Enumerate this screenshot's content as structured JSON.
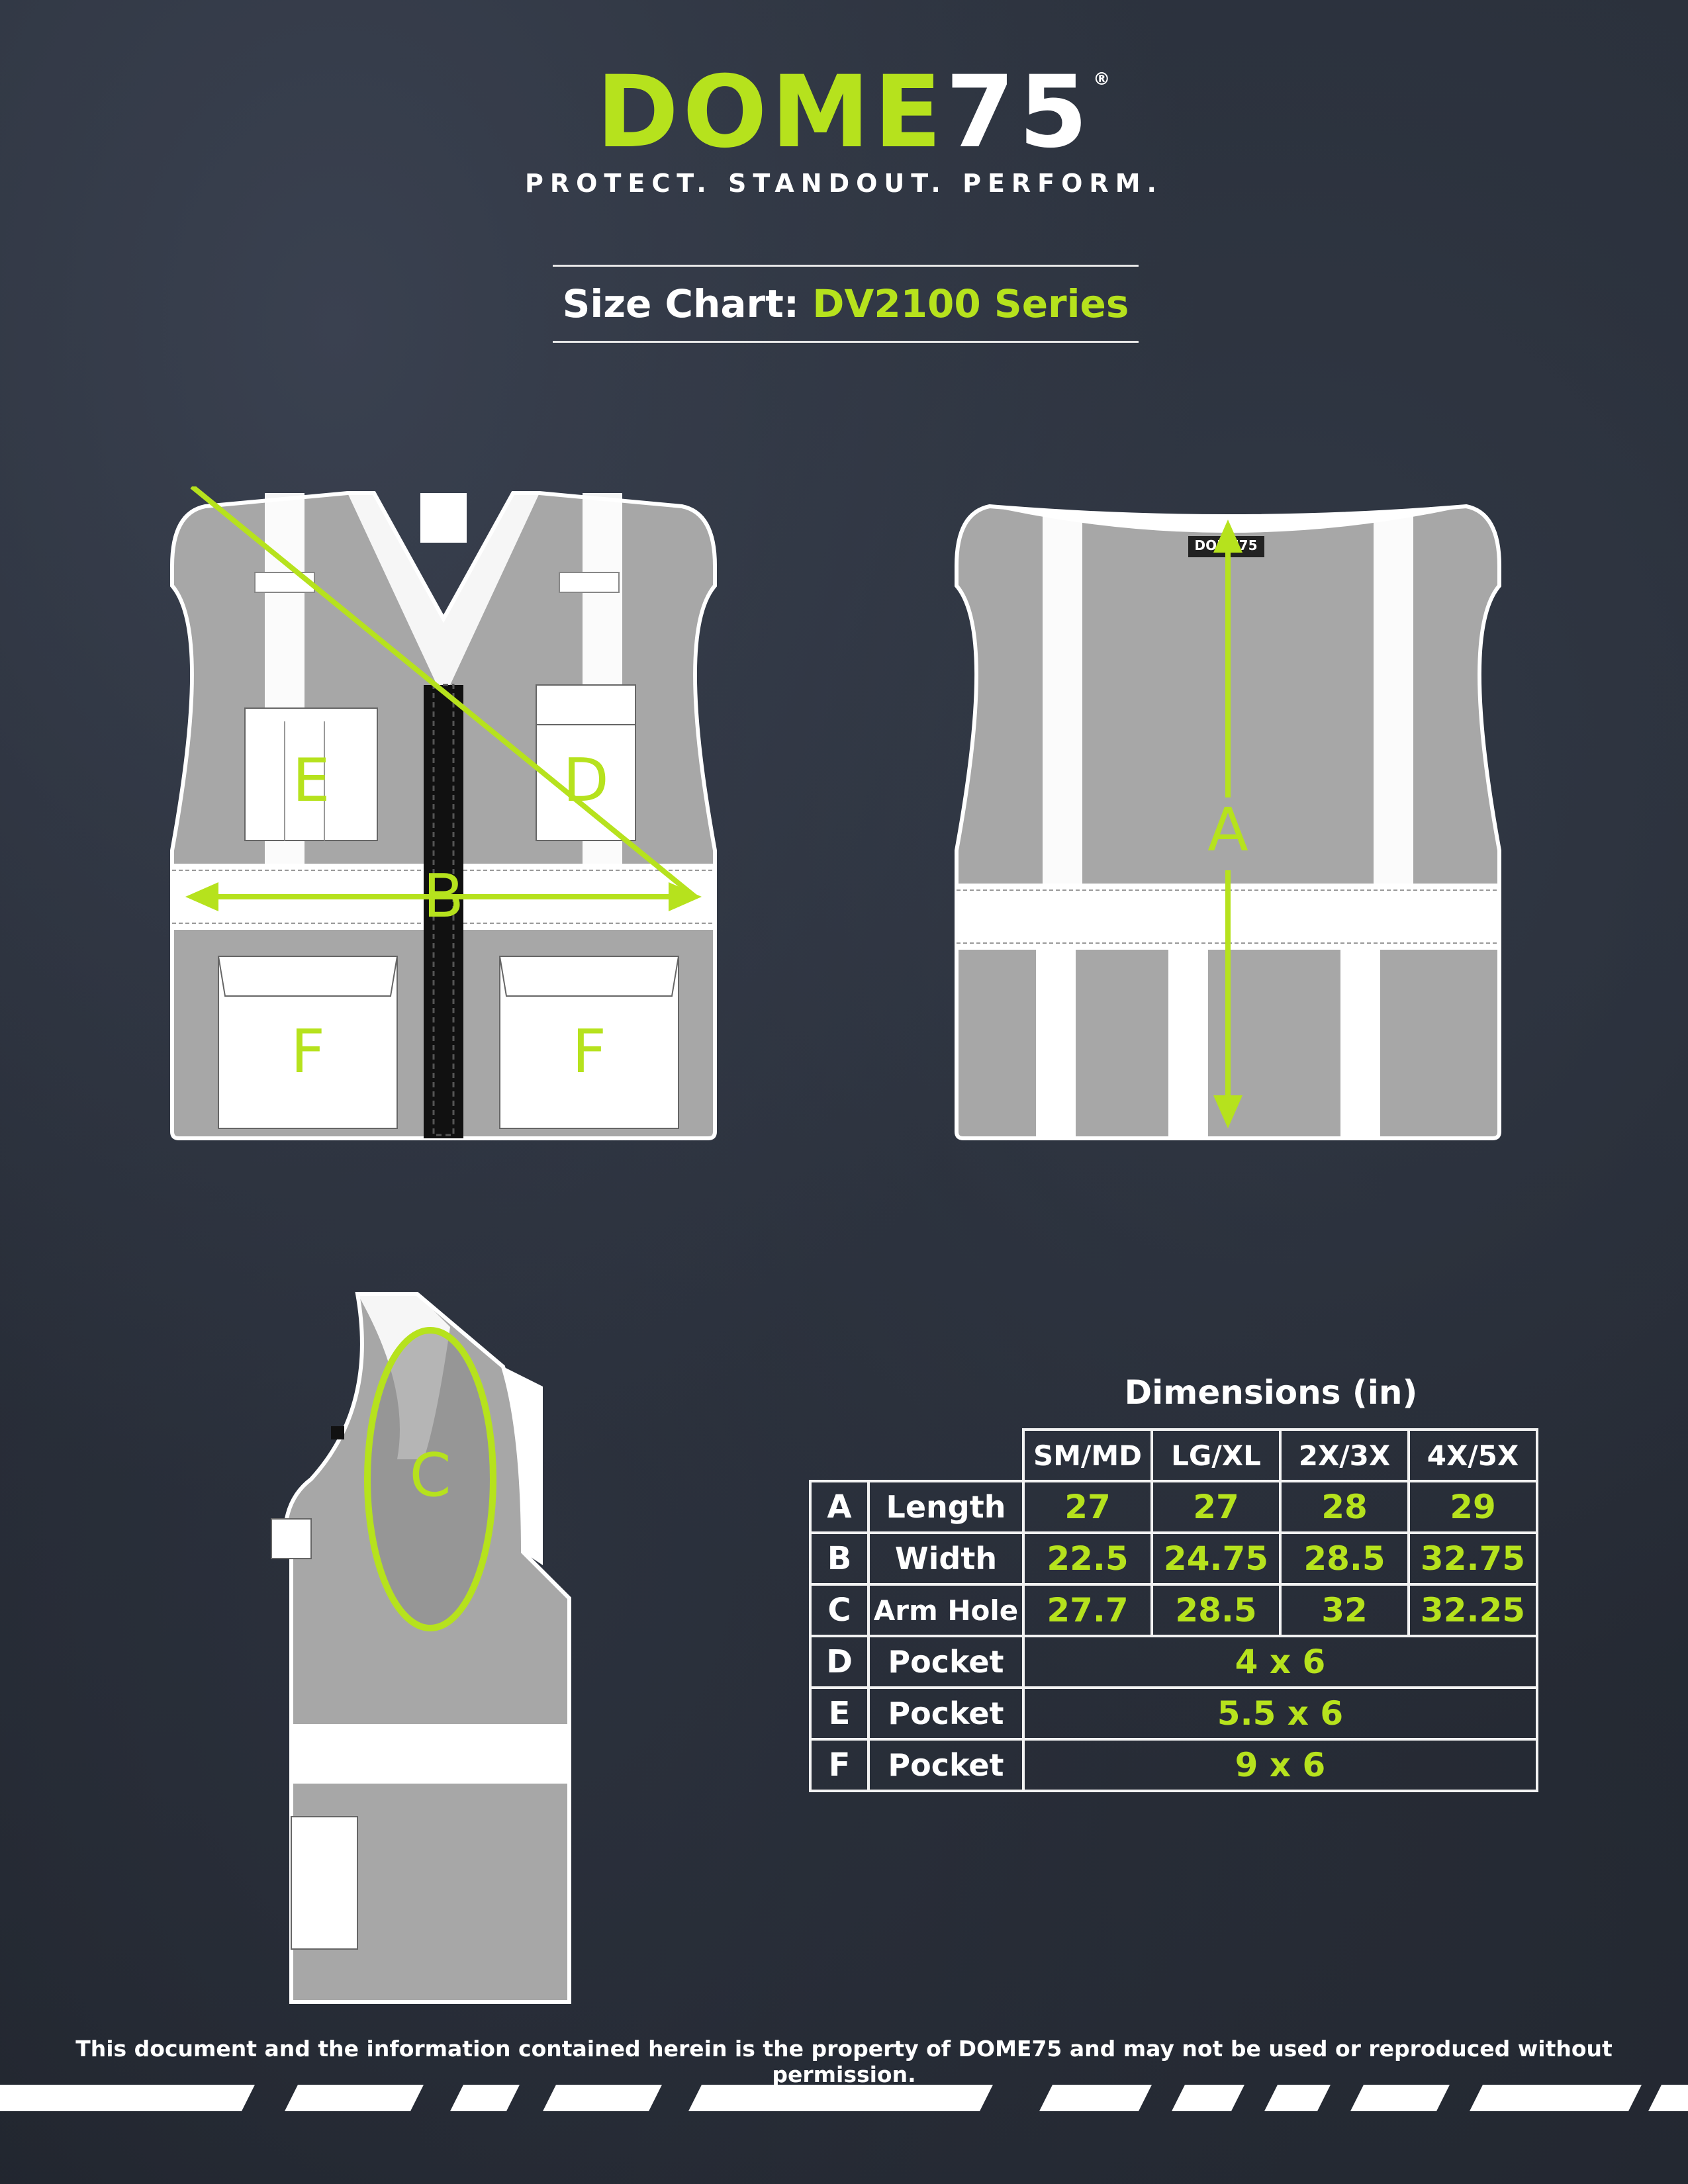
{
  "brand": {
    "logo_main": "DOME",
    "logo_num": "75",
    "logo_reg": "®",
    "tagline": "PROTECT. STANDOUT. PERFORM."
  },
  "title": {
    "label": "Size Chart:",
    "series": "DV2100 Series"
  },
  "drawings": {
    "front_labels": {
      "E": "E",
      "D": "D",
      "B": "B",
      "F1": "F",
      "F2": "F"
    },
    "back_label": "A",
    "side_label": "C",
    "mini_logo": "DOME75"
  },
  "colors": {
    "accent": "#b6e21d",
    "background": "#262b35",
    "vest_gray": "#a7a7a7",
    "reflective": "#ffffff"
  },
  "dimensions": {
    "title": "Dimensions (in)",
    "sizes": [
      "SM/MD",
      "LG/XL",
      "2X/3X",
      "4X/5X"
    ],
    "rows": [
      {
        "letter": "A",
        "name": "Length",
        "values": [
          "27",
          "27",
          "28",
          "29"
        ]
      },
      {
        "letter": "B",
        "name": "Width",
        "values": [
          "22.5",
          "24.75",
          "28.5",
          "32.75"
        ]
      },
      {
        "letter": "C",
        "name": "Arm Hole",
        "values": [
          "27.7",
          "28.5",
          "32",
          "32.25"
        ]
      },
      {
        "letter": "D",
        "name": "Pocket",
        "span_value": "4 x 6"
      },
      {
        "letter": "E",
        "name": "Pocket",
        "span_value": "5.5 x 6"
      },
      {
        "letter": "F",
        "name": "Pocket",
        "span_value": "9 x 6"
      }
    ]
  },
  "footer": {
    "notice": "This document and the information contained herein is the property of DOME75 and may not be used or reproduced without permission."
  }
}
